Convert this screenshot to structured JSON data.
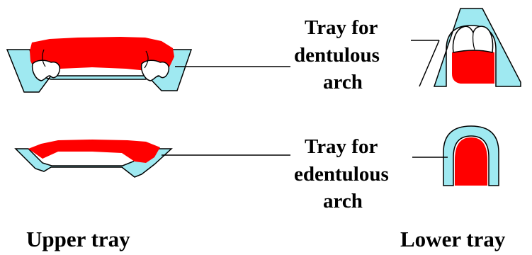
{
  "labels": {
    "dentulous_tray": [
      "Tray for",
      "dentulous",
      "arch"
    ],
    "edentulous_tray": [
      "Tray for",
      "edentulous",
      "arch"
    ]
  },
  "captions": {
    "upper": "Upper tray",
    "lower": "Lower tray"
  },
  "colors": {
    "tray": "#9fe9f1",
    "impression": "#ff0000",
    "tooth": "#ffffff",
    "outline": "#000000",
    "background": "#ffffff"
  }
}
